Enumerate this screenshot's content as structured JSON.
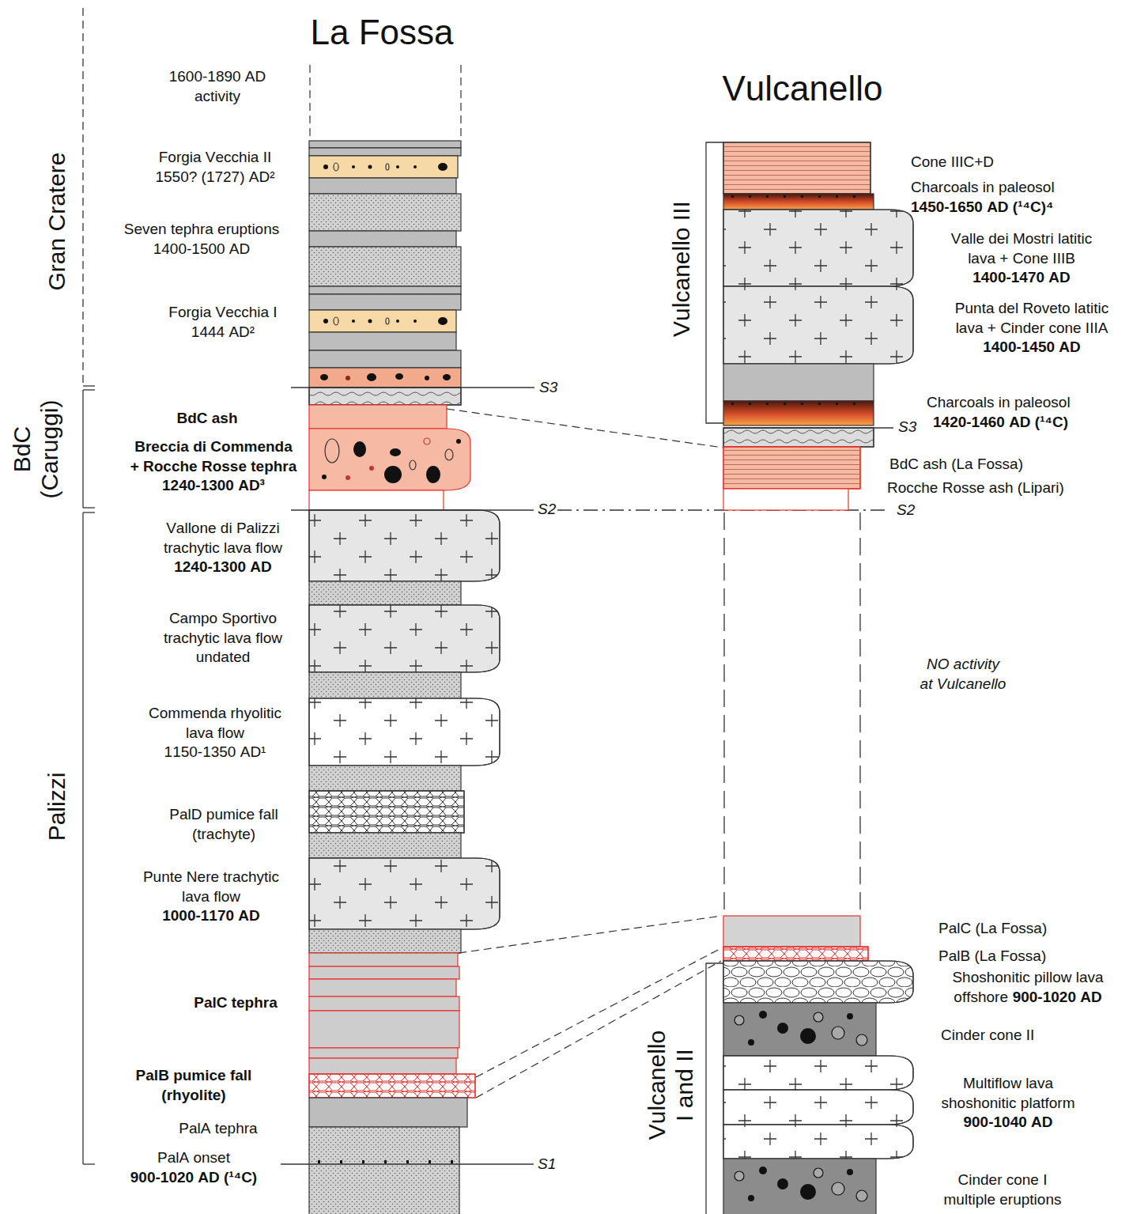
{
  "diagram": {
    "labels": [
      "La Fossa",
      "Vulcanello",
      "1600-1890 AD activity",
      "Gran Cratere",
      "Forgia Vecchia II",
      "1550? (1727) AD²",
      "Seven tephra eruptions 1400-1500 AD",
      "Forgia Vecchia I",
      "1444 AD²",
      "S3",
      "BdC (Caruggi)",
      "BdC ash",
      "Breccia di Commenda + Rocche Rosse tephra",
      "1240-1300 AD³",
      "S2",
      "Vallone di Palizzi trachytic lava flow",
      "1240-1300 AD",
      "Campo Sportivo trachytic lava flow undated",
      "Commenda rhyolitic lava flow",
      "1150-1350 AD¹",
      "PalD pumice fall (trachyte)",
      "Punte Nere trachytic lava flow",
      "1000-1170 AD",
      "PalC tephra",
      "PalB pumice fall (rhyolite)",
      "PalA tephra",
      "PalA onset",
      "900-1020 AD (¹⁴C)",
      "S1",
      "Palizzi",
      "Vulcanello III",
      "Cone IIIC+D",
      "Charcoals in paleosol",
      "1450-1650 AD (¹⁴C)⁴",
      "Valle dei Mostri latitic lava + Cone IIIB",
      "1400-1470 AD",
      "Punta del Roveto latitic lava + Cinder cone IIIA",
      "1400-1450 AD",
      "Charcoals in paleosol",
      "S3",
      "1420-1460 AD (¹⁴C)",
      "BdC ash (La Fossa)",
      "Rocche Rosse ash (Lipari)",
      "S2",
      "NO activity at Vulcanello",
      "PalC (La Fossa)",
      "PalB (La Fossa)",
      "Shoshonitic pillow lava offshore",
      "900-1020 AD",
      "Cinder cone II",
      "Multiflow lava shoshonitic platform",
      "900-1040 AD",
      "Cinder cone I multiple eruptions",
      "Vulcanello I and II"
    ]
  }
}
